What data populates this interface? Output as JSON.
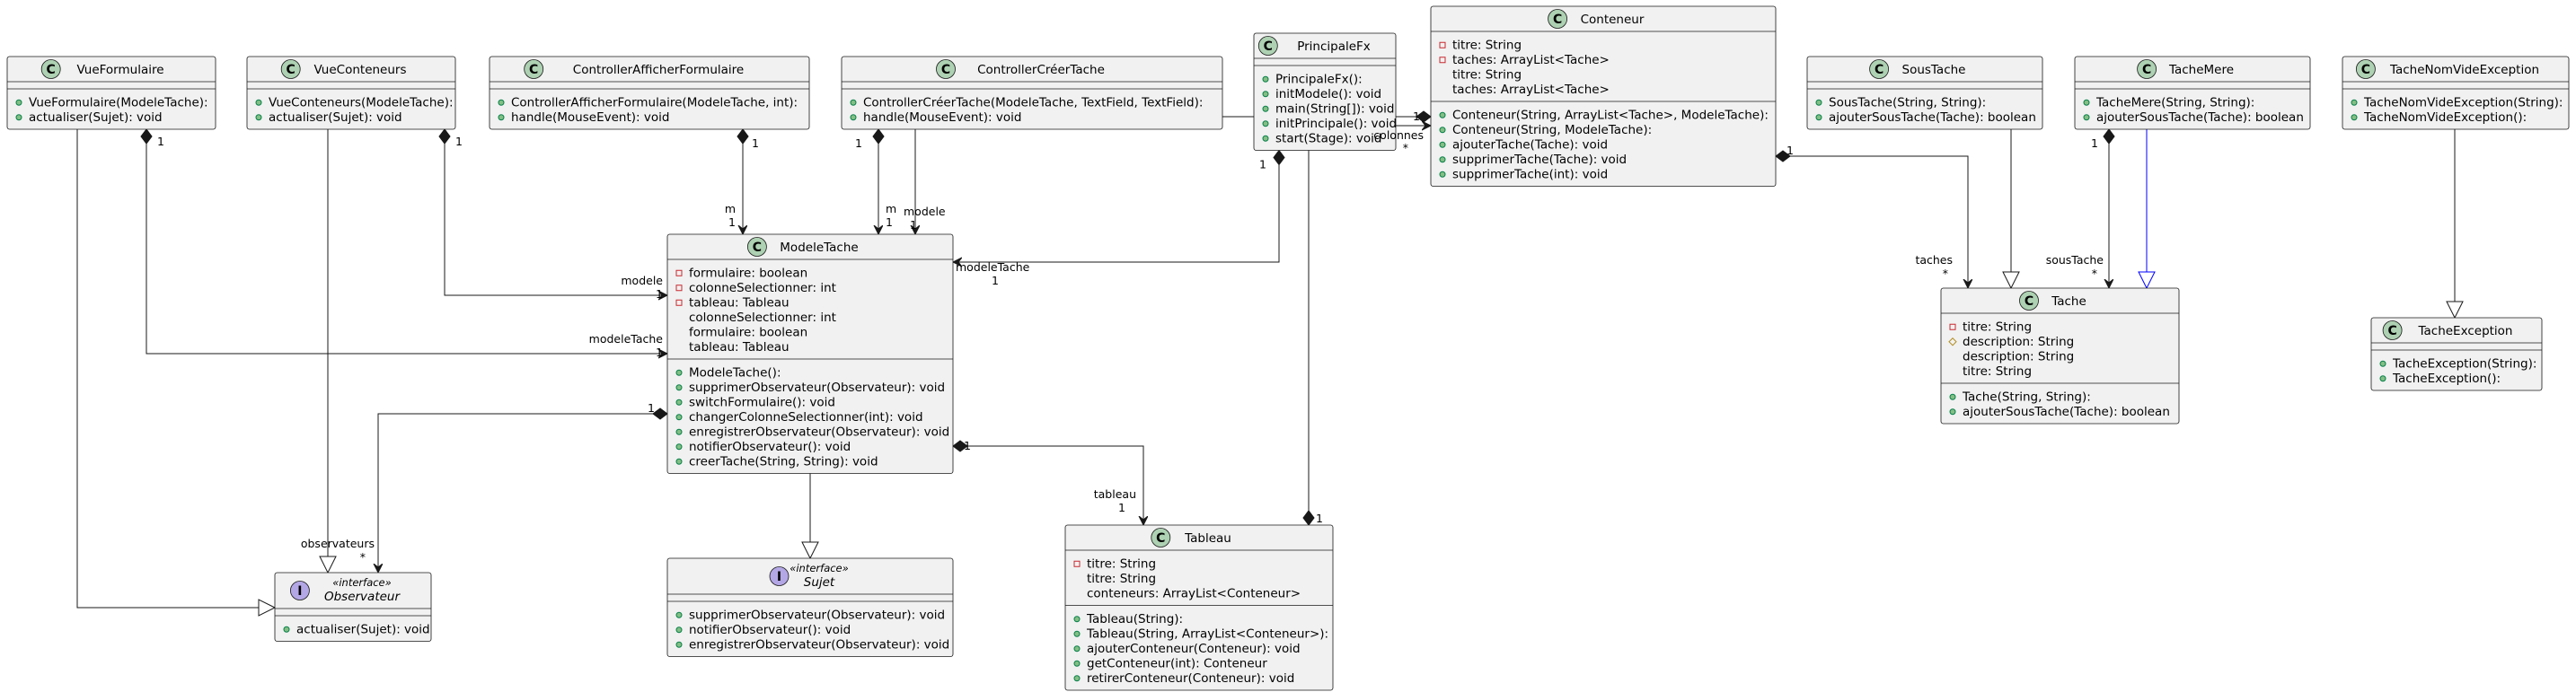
{
  "colors": {
    "box_fill": "#f1f1f1",
    "box_stroke": "#181818",
    "class_badge": "#add1b2",
    "interface_badge": "#b4a7e5",
    "edge": "#181818",
    "edge_blue": "#0000ff"
  },
  "classes": [
    {
      "id": "VueFormulaire",
      "name": "VueFormulaire",
      "kind": "class",
      "fields": [],
      "methods": [
        {
          "vis": "+",
          "text": "VueFormulaire(ModeleTache):"
        },
        {
          "vis": "+",
          "text": "actualiser(Sujet): void"
        }
      ]
    },
    {
      "id": "VueConteneurs",
      "name": "VueConteneurs",
      "kind": "class",
      "fields": [],
      "methods": [
        {
          "vis": "+",
          "text": "VueConteneurs(ModeleTache):"
        },
        {
          "vis": "+",
          "text": "actualiser(Sujet): void"
        }
      ]
    },
    {
      "id": "ControllerAfficherFormulaire",
      "name": "ControllerAfficherFormulaire",
      "kind": "class",
      "fields": [],
      "methods": [
        {
          "vis": "+",
          "text": "ControllerAfficherFormulaire(ModeleTache, int):"
        },
        {
          "vis": "+",
          "text": "handle(MouseEvent): void"
        }
      ]
    },
    {
      "id": "ControllerCreerTache",
      "name": "ControllerCréerTache",
      "kind": "class",
      "fields": [],
      "methods": [
        {
          "vis": "+",
          "text": "ControllerCréerTache(ModeleTache, TextField, TextField):"
        },
        {
          "vis": "+",
          "text": "handle(MouseEvent): void"
        }
      ]
    },
    {
      "id": "PrincipaleFx",
      "name": "PrincipaleFx",
      "kind": "class",
      "fields": [],
      "methods": [
        {
          "vis": "+",
          "text": "PrincipaleFx():"
        },
        {
          "vis": "+",
          "text": "initModele(): void"
        },
        {
          "vis": "+",
          "text": "main(String[]): void"
        },
        {
          "vis": "+",
          "text": "initPrincipale(): void"
        },
        {
          "vis": "+",
          "text": "start(Stage): void"
        }
      ]
    },
    {
      "id": "Conteneur",
      "name": "Conteneur",
      "kind": "class",
      "fields": [
        {
          "vis": "-",
          "text": "titre: String"
        },
        {
          "vis": "-",
          "text": "taches: ArrayList<Tache>"
        },
        {
          "vis": "",
          "text": "titre: String"
        },
        {
          "vis": "",
          "text": "taches: ArrayList<Tache>"
        }
      ],
      "methods": [
        {
          "vis": "+",
          "text": "Conteneur(String, ArrayList<Tache>, ModeleTache):"
        },
        {
          "vis": "+",
          "text": "Conteneur(String, ModeleTache):"
        },
        {
          "vis": "+",
          "text": "ajouterTache(Tache): void"
        },
        {
          "vis": "+",
          "text": "supprimerTache(Tache): void"
        },
        {
          "vis": "+",
          "text": "supprimerTache(int): void"
        }
      ]
    },
    {
      "id": "SousTache",
      "name": "SousTache",
      "kind": "class",
      "fields": [],
      "methods": [
        {
          "vis": "+",
          "text": "SousTache(String, String):"
        },
        {
          "vis": "+",
          "text": "ajouterSousTache(Tache): boolean"
        }
      ]
    },
    {
      "id": "TacheMere",
      "name": "TacheMere",
      "kind": "class",
      "fields": [],
      "methods": [
        {
          "vis": "+",
          "text": "TacheMere(String, String):"
        },
        {
          "vis": "+",
          "text": "ajouterSousTache(Tache): boolean"
        }
      ]
    },
    {
      "id": "TacheNomVideException",
      "name": "TacheNomVideException",
      "kind": "class",
      "fields": [],
      "methods": [
        {
          "vis": "+",
          "text": "TacheNomVideException(String):"
        },
        {
          "vis": "+",
          "text": "TacheNomVideException():"
        }
      ]
    },
    {
      "id": "ModeleTache",
      "name": "ModeleTache",
      "kind": "class",
      "fields": [
        {
          "vis": "-",
          "text": "formulaire: boolean"
        },
        {
          "vis": "-",
          "text": "colonneSelectionner: int"
        },
        {
          "vis": "-",
          "text": "tableau: Tableau"
        },
        {
          "vis": "",
          "text": "colonneSelectionner: int"
        },
        {
          "vis": "",
          "text": "formulaire: boolean"
        },
        {
          "vis": "",
          "text": "tableau: Tableau"
        }
      ],
      "methods": [
        {
          "vis": "+",
          "text": "ModeleTache():"
        },
        {
          "vis": "+",
          "text": "supprimerObservateur(Observateur): void"
        },
        {
          "vis": "+",
          "text": "switchFormulaire(): void"
        },
        {
          "vis": "+",
          "text": "changerColonneSelectionner(int): void"
        },
        {
          "vis": "+",
          "text": "enregistrerObservateur(Observateur): void"
        },
        {
          "vis": "+",
          "text": "notifierObservateur(): void"
        },
        {
          "vis": "+",
          "text": "creerTache(String, String): void"
        }
      ]
    },
    {
      "id": "Tache",
      "name": "Tache",
      "kind": "class",
      "fields": [
        {
          "vis": "-",
          "text": "titre: String"
        },
        {
          "vis": "#",
          "text": "description: String"
        },
        {
          "vis": "",
          "text": "description: String"
        },
        {
          "vis": "",
          "text": "titre: String"
        }
      ],
      "methods": [
        {
          "vis": "+",
          "text": "Tache(String, String):"
        },
        {
          "vis": "+",
          "text": "ajouterSousTache(Tache): boolean"
        }
      ]
    },
    {
      "id": "TacheException",
      "name": "TacheException",
      "kind": "class",
      "fields": [],
      "methods": [
        {
          "vis": "+",
          "text": "TacheException(String):"
        },
        {
          "vis": "+",
          "text": "TacheException():"
        }
      ]
    },
    {
      "id": "Tableau",
      "name": "Tableau",
      "kind": "class",
      "fields": [
        {
          "vis": "-",
          "text": "titre: String"
        },
        {
          "vis": "",
          "text": "titre: String"
        },
        {
          "vis": "",
          "text": "conteneurs: ArrayList<Conteneur>"
        }
      ],
      "methods": [
        {
          "vis": "+",
          "text": "Tableau(String):"
        },
        {
          "vis": "+",
          "text": "Tableau(String, ArrayList<Conteneur>):"
        },
        {
          "vis": "+",
          "text": "ajouterConteneur(Conteneur): void"
        },
        {
          "vis": "+",
          "text": "getConteneur(int): Conteneur"
        },
        {
          "vis": "+",
          "text": "retirerConteneur(Conteneur): void"
        }
      ]
    },
    {
      "id": "Observateur",
      "name": "Observateur",
      "kind": "interface",
      "stereotype": "«interface»",
      "fields": [],
      "methods": [
        {
          "vis": "+",
          "text": "actualiser(Sujet): void"
        }
      ]
    },
    {
      "id": "Sujet",
      "name": "Sujet",
      "kind": "interface",
      "stereotype": "«interface»",
      "fields": [],
      "methods": [
        {
          "vis": "+",
          "text": "supprimerObservateur(Observateur): void"
        },
        {
          "vis": "+",
          "text": "notifierObservateur(): void"
        },
        {
          "vis": "+",
          "text": "enregistrerObservateur(Observateur): void"
        }
      ]
    }
  ],
  "relations": [
    {
      "from": "VueFormulaire",
      "to": "ModeleTache",
      "type": "composition",
      "src_label": "1",
      "dst_label": [
        "modeleTache",
        "1"
      ]
    },
    {
      "from": "VueFormulaire",
      "to": "Observateur",
      "type": "realization"
    },
    {
      "from": "VueConteneurs",
      "to": "ModeleTache",
      "type": "composition",
      "src_label": "1",
      "dst_label": [
        "modele",
        "1"
      ]
    },
    {
      "from": "VueConteneurs",
      "to": "Observateur",
      "type": "realization"
    },
    {
      "from": "ControllerAfficherFormulaire",
      "to": "ModeleTache",
      "type": "composition",
      "src_label": "1",
      "dst_label": [
        "m",
        "1"
      ]
    },
    {
      "from": "ControllerCreerTache",
      "to": "ModeleTache",
      "type": "composition",
      "src_label": "1",
      "dst_label": [
        "m",
        "1"
      ]
    },
    {
      "from": "PrincipaleFx",
      "to": "ModeleTache",
      "type": "composition",
      "src_label": "1",
      "dst_label": [
        "modeleTache",
        "1"
      ]
    },
    {
      "from": "Conteneur",
      "to": "ModeleTache",
      "type": "composition",
      "src_label": "1",
      "dst_label": [
        "modele",
        "1"
      ]
    },
    {
      "from": "Conteneur",
      "to": "Tache",
      "type": "composition",
      "src_label": "1",
      "dst_label": [
        "taches",
        "*"
      ]
    },
    {
      "from": "SousTache",
      "to": "Tache",
      "type": "inheritance"
    },
    {
      "from": "TacheMere",
      "to": "Tache",
      "type": "composition",
      "src_label": "1",
      "dst_label": [
        "sousTache",
        "*"
      ]
    },
    {
      "from": "TacheMere",
      "to": "Tache",
      "type": "inheritance_blue"
    },
    {
      "from": "TacheNomVideException",
      "to": "TacheException",
      "type": "inheritance"
    },
    {
      "from": "ModeleTache",
      "to": "Observateur",
      "type": "composition",
      "src_label": "1",
      "dst_label": [
        "observateurs",
        "*"
      ]
    },
    {
      "from": "ModeleTache",
      "to": "Sujet",
      "type": "realization"
    },
    {
      "from": "ModeleTache",
      "to": "Tableau",
      "type": "composition",
      "src_label": "1",
      "dst_label": [
        "tableau",
        "1"
      ]
    },
    {
      "from": "Tableau",
      "to": "Conteneur",
      "type": "composition",
      "src_label": "1",
      "dst_label": [
        "colonnes",
        "*"
      ]
    }
  ]
}
